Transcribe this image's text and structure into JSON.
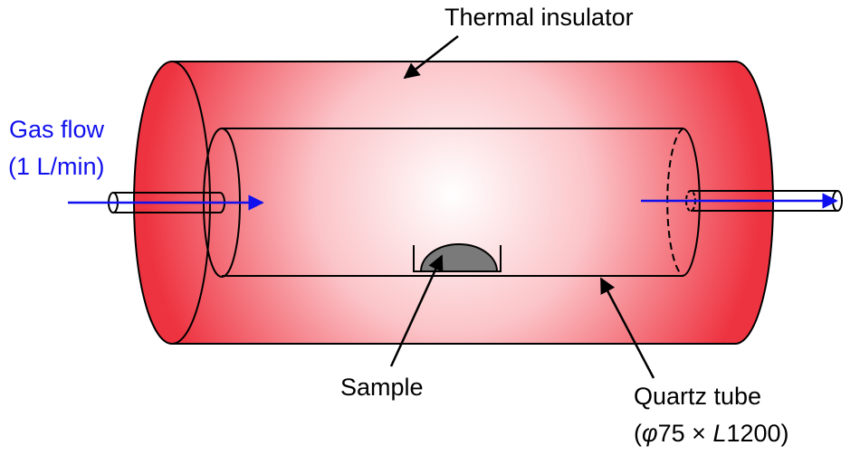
{
  "labels": {
    "thermal_insulator": "Thermal insulator",
    "gas_flow_line1": "Gas flow",
    "gas_flow_line2": "(1 L/min)",
    "sample": "Sample",
    "quartz_tube_line1": "Quartz tube",
    "quartz_tube_line2_open": "(",
    "quartz_tube_line2_phi": "φ",
    "quartz_tube_line2_d": "75 × ",
    "quartz_tube_line2_L": "L",
    "quartz_tube_line2_len": "1200)"
  },
  "colors": {
    "insulator_edge": "#ee3340",
    "insulator_center": "#ffffff",
    "outline": "#000000",
    "gas_arrow": "#1010ee",
    "sample_fill": "#7a7a7a",
    "label_blue": "#1010ee"
  }
}
